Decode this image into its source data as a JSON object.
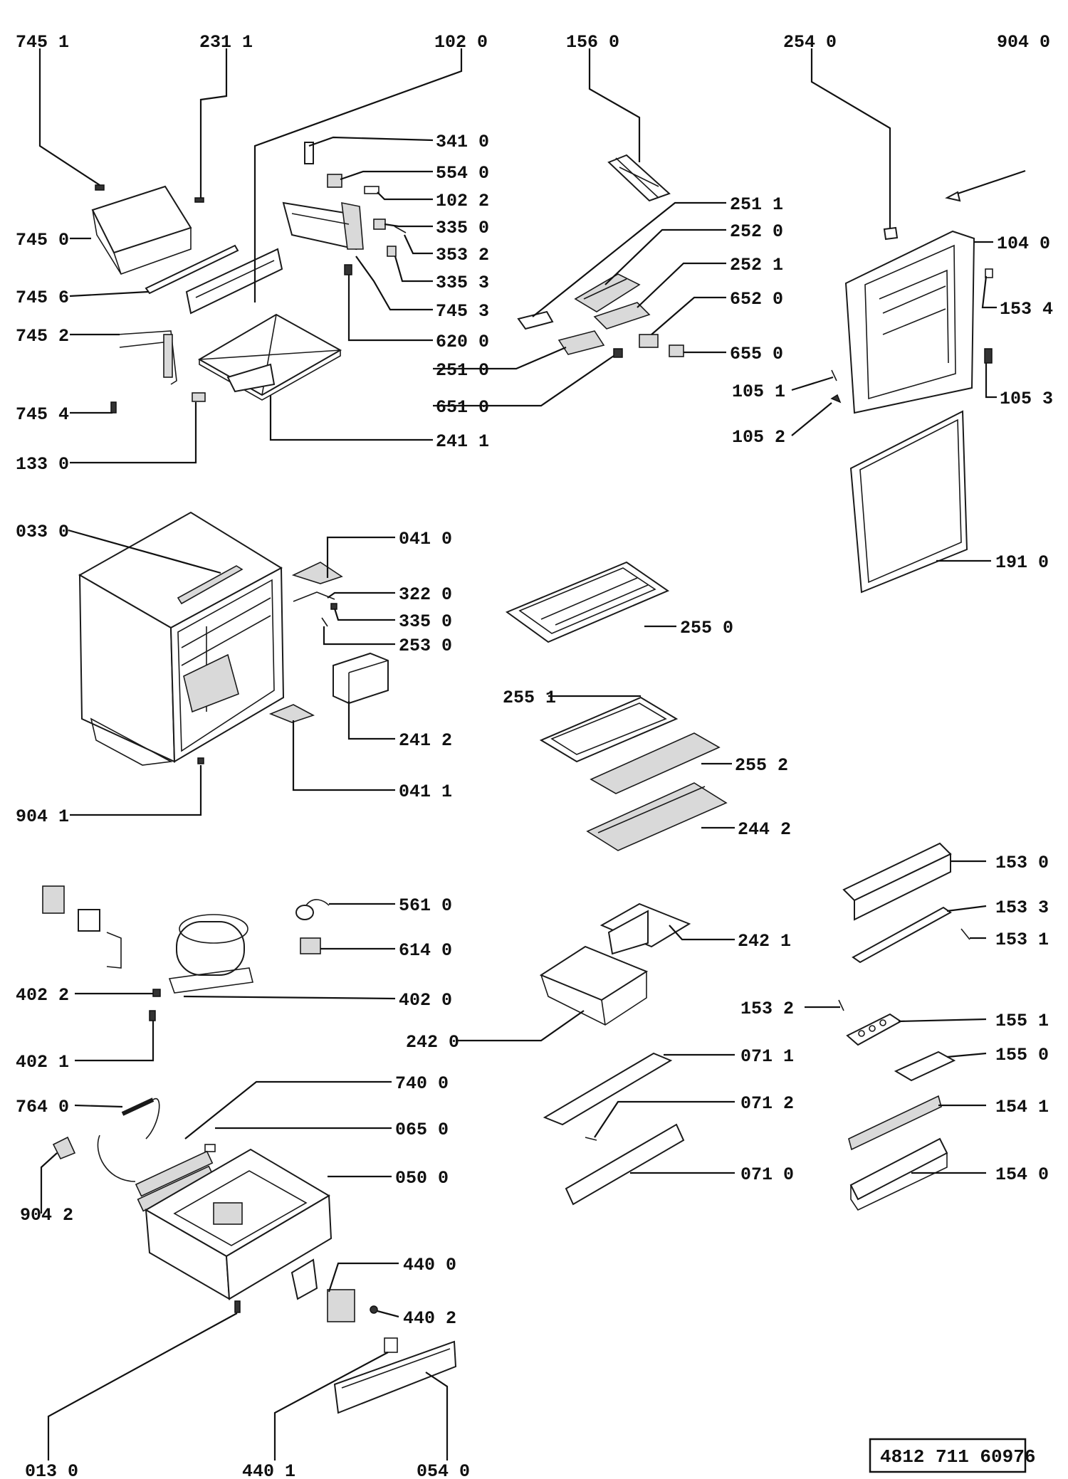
{
  "document_code": "4812 711 60976",
  "labels": [
    {
      "id": "p7451",
      "text": "745 1"
    },
    {
      "id": "p2311",
      "text": "231 1"
    },
    {
      "id": "p1020",
      "text": "102 0"
    },
    {
      "id": "p1560",
      "text": "156 0"
    },
    {
      "id": "p2540",
      "text": "254 0"
    },
    {
      "id": "p9040",
      "text": "904 0"
    },
    {
      "id": "p3410",
      "text": "341 0"
    },
    {
      "id": "p5540",
      "text": "554 0"
    },
    {
      "id": "p1022",
      "text": "102 2"
    },
    {
      "id": "p3350a",
      "text": "335 0"
    },
    {
      "id": "p3532",
      "text": "353 2"
    },
    {
      "id": "p3353",
      "text": "335 3"
    },
    {
      "id": "p7453",
      "text": "745 3"
    },
    {
      "id": "p6200",
      "text": "620 0"
    },
    {
      "id": "p2510",
      "text": "251 0"
    },
    {
      "id": "p6510",
      "text": "651 0"
    },
    {
      "id": "p2411",
      "text": "241 1"
    },
    {
      "id": "p7450",
      "text": "745 0"
    },
    {
      "id": "p7456",
      "text": "745 6"
    },
    {
      "id": "p7452",
      "text": "745 2"
    },
    {
      "id": "p7454",
      "text": "745 4"
    },
    {
      "id": "p1330",
      "text": "133 0"
    },
    {
      "id": "p2511",
      "text": "251 1"
    },
    {
      "id": "p2520",
      "text": "252 0"
    },
    {
      "id": "p2521",
      "text": "252 1"
    },
    {
      "id": "p6520",
      "text": "652 0"
    },
    {
      "id": "p6550",
      "text": "655 0"
    },
    {
      "id": "p1040",
      "text": "104 0"
    },
    {
      "id": "p1534",
      "text": "153 4"
    },
    {
      "id": "p1051",
      "text": "105 1"
    },
    {
      "id": "p1053",
      "text": "105 3"
    },
    {
      "id": "p1052",
      "text": "105 2"
    },
    {
      "id": "p0330",
      "text": "033 0"
    },
    {
      "id": "p0410",
      "text": "041 0"
    },
    {
      "id": "p3220",
      "text": "322 0"
    },
    {
      "id": "p3350b",
      "text": "335 0"
    },
    {
      "id": "p2530",
      "text": "253 0"
    },
    {
      "id": "p2412",
      "text": "241 2"
    },
    {
      "id": "p0411",
      "text": "041 1"
    },
    {
      "id": "p9041",
      "text": "904 1"
    },
    {
      "id": "p1910",
      "text": "191 0"
    },
    {
      "id": "p2550",
      "text": "255 0"
    },
    {
      "id": "p2551",
      "text": "255 1"
    },
    {
      "id": "p2552",
      "text": "255 2"
    },
    {
      "id": "p2442",
      "text": "244 2"
    },
    {
      "id": "p5610",
      "text": "561 0"
    },
    {
      "id": "p6140",
      "text": "614 0"
    },
    {
      "id": "p4022",
      "text": "402 2"
    },
    {
      "id": "p4020",
      "text": "402 0"
    },
    {
      "id": "p4021",
      "text": "402 1"
    },
    {
      "id": "p2421",
      "text": "242 1"
    },
    {
      "id": "p2420",
      "text": "242 0"
    },
    {
      "id": "p1530",
      "text": "153 0"
    },
    {
      "id": "p1533",
      "text": "153 3"
    },
    {
      "id": "p1531",
      "text": "153 1"
    },
    {
      "id": "p1532",
      "text": "153 2"
    },
    {
      "id": "p1551",
      "text": "155 1"
    },
    {
      "id": "p1550",
      "text": "155 0"
    },
    {
      "id": "p1541",
      "text": "154 1"
    },
    {
      "id": "p1540",
      "text": "154 0"
    },
    {
      "id": "p0711",
      "text": "071 1"
    },
    {
      "id": "p0712",
      "text": "071 2"
    },
    {
      "id": "p0710",
      "text": "071 0"
    },
    {
      "id": "p7400",
      "text": "740 0"
    },
    {
      "id": "p7640",
      "text": "764 0"
    },
    {
      "id": "p0650",
      "text": "065 0"
    },
    {
      "id": "p0500",
      "text": "050 0"
    },
    {
      "id": "p9042",
      "text": "904 2"
    },
    {
      "id": "p4400",
      "text": "440 0"
    },
    {
      "id": "p4402",
      "text": "440 2"
    },
    {
      "id": "p0130",
      "text": "013 0"
    },
    {
      "id": "p4401",
      "text": "440 1"
    },
    {
      "id": "p0540",
      "text": "054 0"
    }
  ]
}
